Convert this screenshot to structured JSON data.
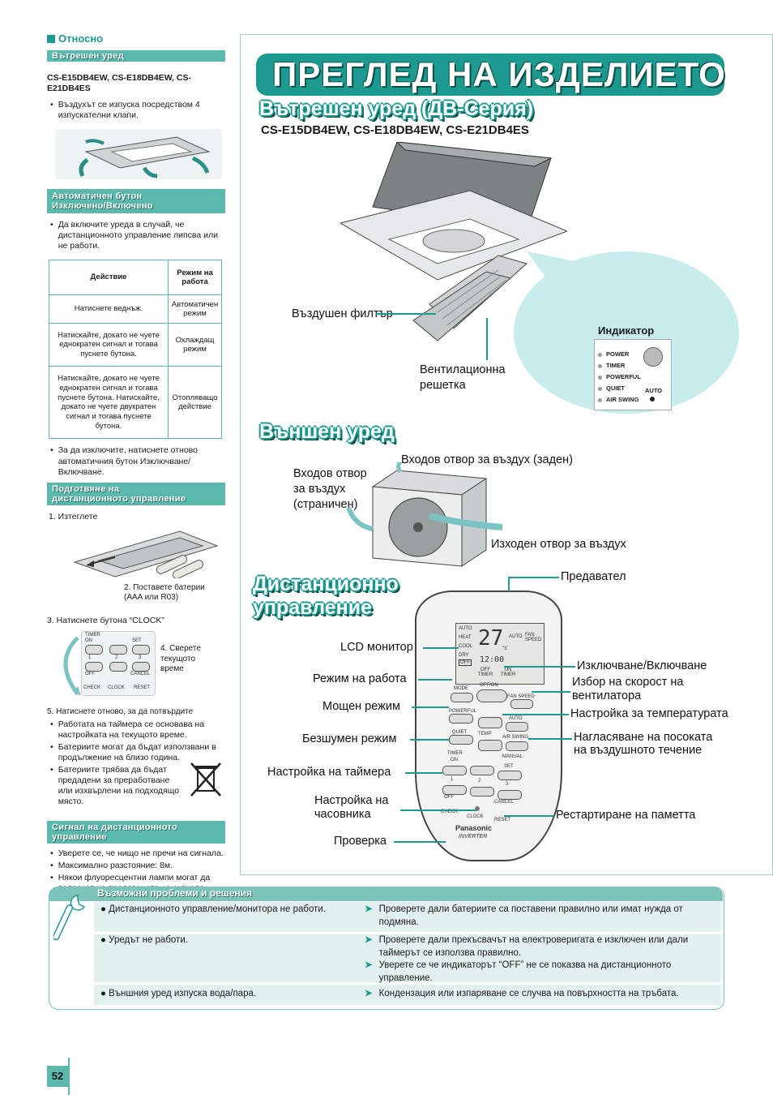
{
  "left": {
    "section": "Относно",
    "indoor_bar": "Вътрешен уред",
    "indoor_models": "CS-E15DB4EW, CS-E18DB4EW, CS-E21DB4ES",
    "indoor_bullet": "Въздухът се изпуска посредством 4 изпускателни клапи.",
    "auto_bar_1": "Автоматичен бутон",
    "auto_bar_2": "Изключено/Включено",
    "auto_bullet": "Да включите уреда в случай, че дистанционното управление липсва или не работи.",
    "table": {
      "head_action": "Действие",
      "head_mode": "Режим на работа",
      "rows": [
        {
          "action": "Натиснете веднъж.",
          "mode": "Автоматичен режим"
        },
        {
          "action": "Натискайте, докато не чуете еднократен сигнал и тогава пуснете бутона.",
          "mode": "Охлаждащ режим"
        },
        {
          "action": "Натискайте, докато не чуете еднократен сигнал и тогава пуснете бутона. Натискайте, докато не чуете двукратен сигнал и тогава пуснете бутона.",
          "mode": "Отопляващо действие"
        }
      ]
    },
    "off_bullet": "За да изключите, натиснете отново автоматичния бутон Изключване/ Включване.",
    "prep_bar_1": "Подготвяне на",
    "prep_bar_2": "дистанционното управление",
    "step1": "1. Изтеглете",
    "step2": "2. Поставете батерии (AAA или R03)",
    "step3": "3. Натиснете бутона “CLOCK”",
    "step4": "4. Сверете текущото време",
    "step5": "5. Натиснете отново, за да потвърдите",
    "prep_bullets": [
      "Работата на таймера се основава на настройката на текущото време.",
      "Батериите могат да бъдат използвани в продължение на близо година.",
      "Батериите трябва да бъдат предадени за преработване или изхвърлени на подходящо място."
    ],
    "signal_bar_1": "Сигнал на дистанционното",
    "signal_bar_2": "управление",
    "signal_bullets": [
      "Уверете се, че нищо не пречи на сигнала.",
      "Максимално разстояние: 8м.",
      "Някои флуоресцентни лампи могат да попречат на предаването на сигнала. Посъветвайте се с вашия дилър."
    ],
    "mini_remote": {
      "timer": "TIMER",
      "on": "ON",
      "off": "OFF",
      "set": "SET",
      "cancel": "CANCEL",
      "n1": "1",
      "n2": "2",
      "n3": "3",
      "check": "CHECK",
      "clock": "CLOCK",
      "reset": "RESET"
    }
  },
  "main": {
    "title": "ПРЕГЛЕД НА ИЗДЕЛИЕТО",
    "indoor_head": "Вътрешен уред (ДВ-Серия)",
    "indoor_models": "CS-E15DB4EW, CS-E18DB4EW, CS-E21DB4ES",
    "air_filter": "Въздушен филтър",
    "vent_grille_1": "Вентилационна",
    "vent_grille_2": "решетка",
    "indicator": {
      "title": "Индикатор",
      "items": [
        "POWER",
        "TIMER",
        "POWERFUL",
        "QUIET",
        "AIR SWING"
      ],
      "auto": "AUTO"
    },
    "outdoor_head": "Външен уред",
    "inlet_rear": "Входов отвор за въздух (заден)",
    "inlet_side_1": "Входов отвор",
    "inlet_side_2": "за въздух",
    "inlet_side_3": "(страничен)",
    "outlet": "Изходен отвор за въздух",
    "remote_head_1": "Дистанционно",
    "remote_head_2": "управление",
    "remote_labels": {
      "transmitter": "Предавател",
      "lcd": "LCD монитор",
      "onoff": "Изключване/Включване",
      "mode": "Режим на работа",
      "fan_1": "Избор на скорост на",
      "fan_2": "вентилатора",
      "powerful": "Мощен режим",
      "temp": "Настройка за температурата",
      "quiet": "Безшумен режим",
      "swing_1": "Нагласяване на посоката",
      "swing_2": "на въздушното течение",
      "timer": "Настройка на таймера",
      "clock_1": "Настройка на",
      "clock_2": "часовника",
      "reset": "Рестартиране на паметта",
      "check": "Проверка"
    },
    "remote_ui": {
      "auto": "AUTO",
      "heat": "HEAT",
      "cool": "COOL",
      "dry": "DRY",
      "off": "OFF",
      "temp_value": "27",
      "deg": "°c",
      "time_value": "12:00",
      "auto2": "AUTO",
      "fan_speed": "FAN SPEED",
      "off_timer": "OFF TIMER",
      "on_timer": "ON TIMER",
      "mode": "MODE",
      "offon": "OFF/ON",
      "fan_btn": "FAN SPEED",
      "powerful": "POWERFUL",
      "quiet": "QUIET",
      "temp": "TEMP",
      "auto_btn": "AUTO",
      "air_swing": "AIR SWING",
      "manual": "MANUAL",
      "timer": "TIMER",
      "on": "ON",
      "off2": "OFF",
      "set": "SET",
      "cancel": "CANCEL",
      "n1": "1",
      "n2": "2",
      "n3": "3",
      "check": "CHECK",
      "clock": "CLOCK",
      "reset": "RESET",
      "brand": "Panasonic",
      "inverter": "INVERTER"
    }
  },
  "trouble": {
    "title": "Възможни проблеми и решения",
    "rows": [
      {
        "problem": "Дистанционното управление/монитора не работи.",
        "solutions": [
          "Проверете дали батериите са поставени правилно или имат нужда от подмяна."
        ]
      },
      {
        "problem": "Уредът не работи.",
        "solutions": [
          "Проверете дали прекъсвачът на електроверигата е изключен или дали таймерът се използва правилно.",
          "Уверете се че индикаторът “OFF” не се показва на дистанционното управление."
        ]
      },
      {
        "problem": "Външния уред изпуска вода/пара.",
        "solutions": [
          "Кондензация или изпаряване се случва на повърхността на тръбата."
        ]
      }
    ]
  },
  "page_number": "52",
  "colors": {
    "accent": "#1d9a8f",
    "accent_light": "#5bb8ac",
    "row_fill": "#e2f1ee"
  }
}
